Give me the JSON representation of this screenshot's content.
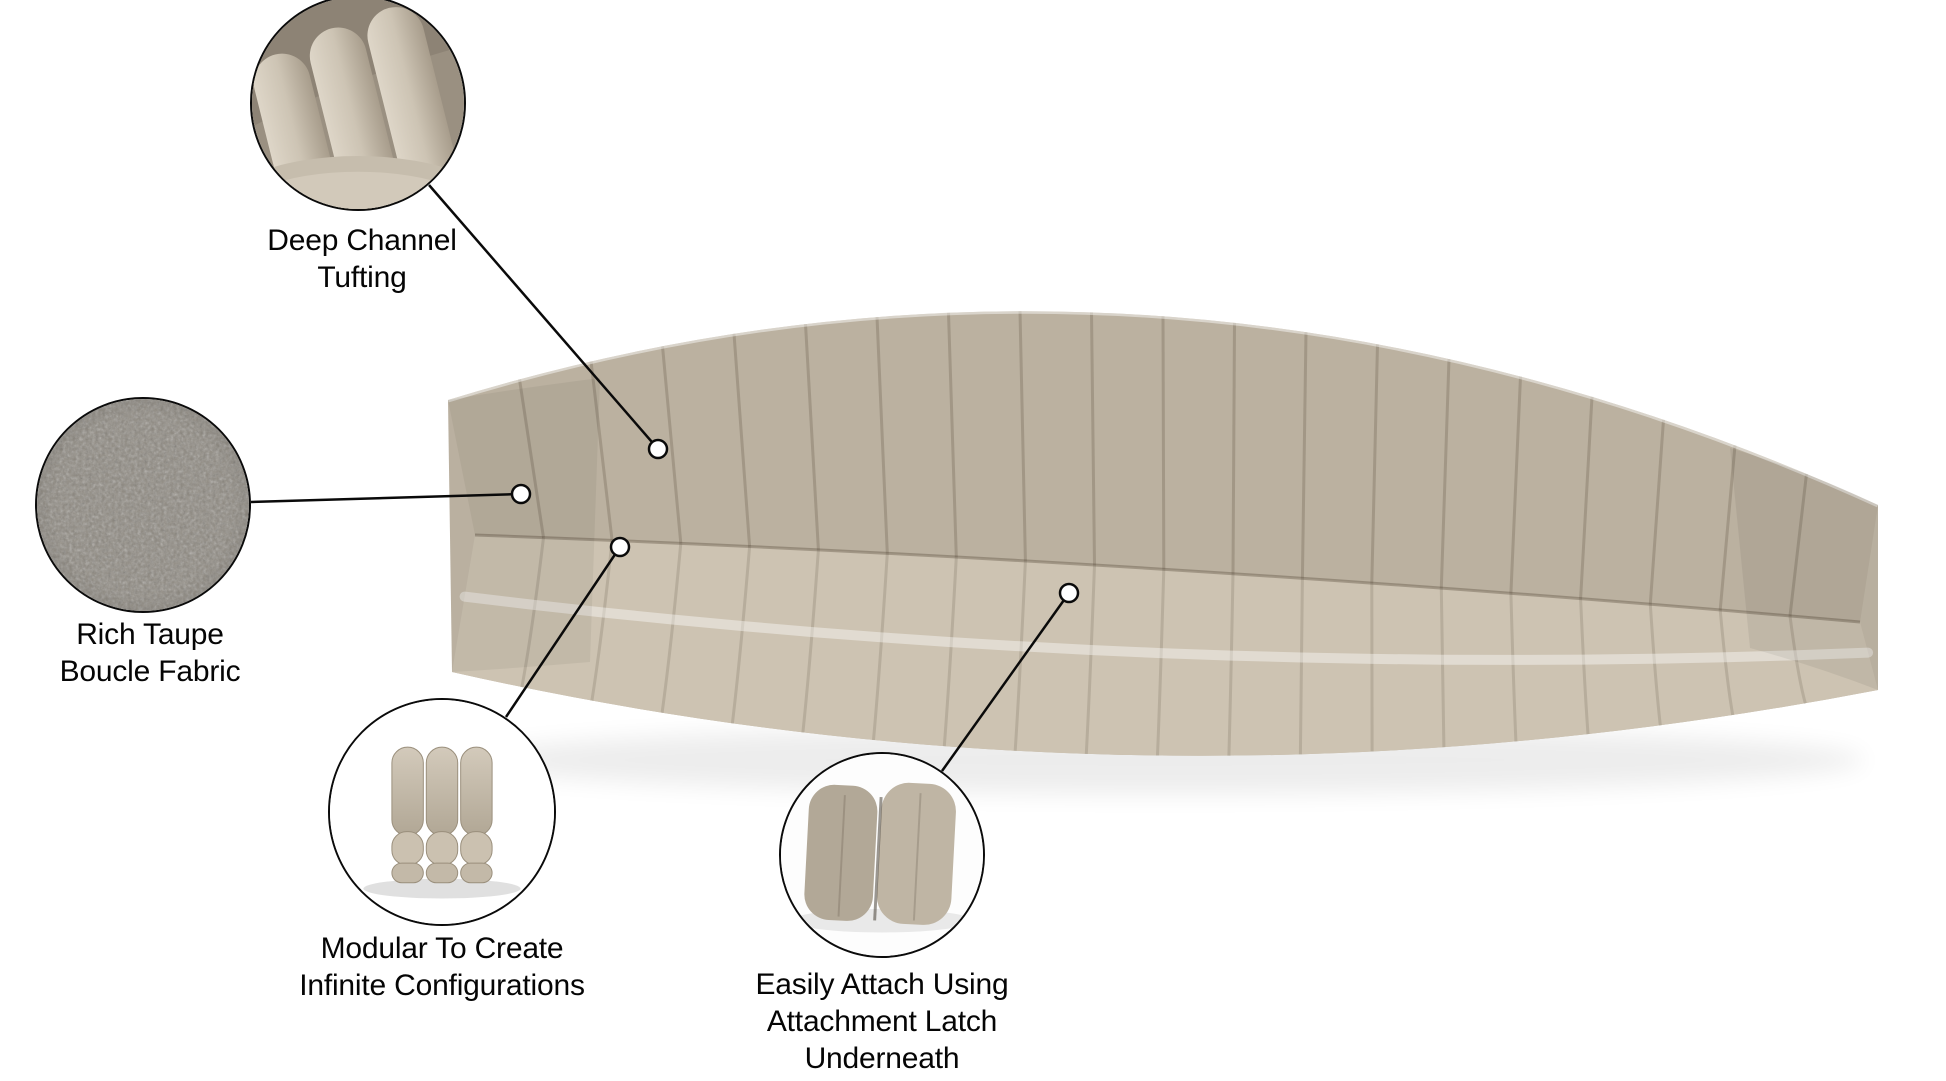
{
  "product": {
    "name": "curved modular sectional sofa",
    "fabric_color_hex": "#c4baa9",
    "fabric_swatch_gray_hex": "#8e8980",
    "line_color_hex": "#0a0a0a",
    "background_hex": "#ffffff"
  },
  "callouts": [
    {
      "id": "tufting",
      "inset_image": "channel-tufting-closeup",
      "label_lines": [
        "Deep Channel",
        "Tufting"
      ]
    },
    {
      "id": "fabric",
      "inset_image": "boucle-fabric-swatch",
      "label_lines": [
        "Rich Taupe",
        "Boucle Fabric"
      ]
    },
    {
      "id": "modular",
      "inset_image": "modular-chair-thumbnail",
      "label_lines": [
        "Modular To Create",
        "Infinite Configurations"
      ]
    },
    {
      "id": "attach",
      "inset_image": "attachment-seam-closeup",
      "label_lines": [
        "Easily Attach Using",
        "Attachment Latch",
        "Underneath"
      ]
    }
  ]
}
